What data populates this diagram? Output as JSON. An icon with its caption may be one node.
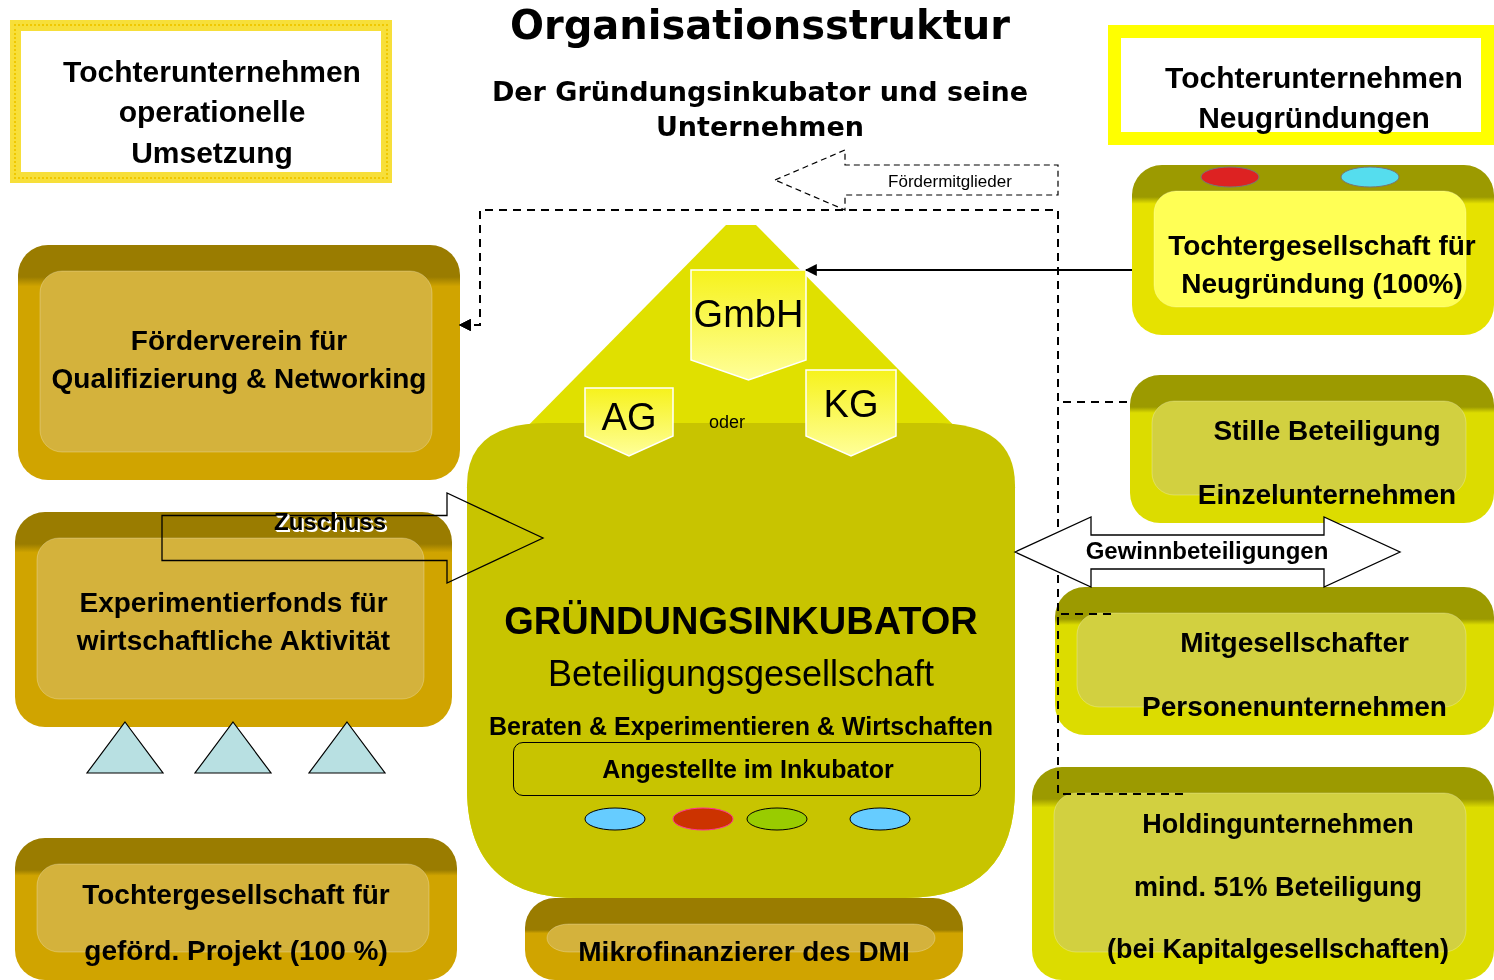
{
  "diagram": {
    "title": "Organisationsstruktur",
    "nodes": [
      {
        "text": [
          "Tochterunternehmen operationelle Umsetzung"
        ]
      },
      {
        "text": [
          "Tochterunternehmen Neugründungen"
        ]
      },
      {
        "text": [
          "Förderverein für Qualifizierung & Networking"
        ]
      },
      {
        "text": [
          "Experimentierfonds für wirtschaftliche Aktivität"
        ]
      },
      {
        "text": [
          "Tochtergesellschaft für geförd. Projekt (100 %)"
        ]
      },
      {
        "text": [
          "GRÜNDUNGSINKUBATOR",
          "Beteiligungsgesellschaft",
          "Beraten & Experimentieren & Wirtschaften"
        ]
      },
      {
        "text": [
          "GmbH"
        ],
        "in": 5
      },
      {
        "text": [
          "AG"
        ],
        "in": 5
      },
      {
        "text": [
          "KG"
        ],
        "in": 5
      },
      {
        "text": [
          "Angestellte im Inkubator"
        ],
        "in": 5
      },
      {
        "text": [
          "Mikrofinanzierer des DMI"
        ]
      },
      {
        "text": [
          "Tochtergesellschaft für Neugründung (100%)"
        ]
      },
      {
        "text": [
          "Stille Beteiligung",
          "Einzelunternehmen"
        ]
      },
      {
        "text": [
          "Mitgesellschafter",
          "Personenunternehmen"
        ]
      },
      {
        "text": [
          "Holdingunternehmen",
          "mind. 51% Beteiligung",
          "(bei Kapitalgesellschaften)"
        ]
      },
      {
        "text": [],
        "shape": "triangle"
      },
      {
        "text": [],
        "shape": "triangle"
      },
      {
        "text": [],
        "shape": "triangle"
      }
    ],
    "edges": [
      {
        "from": 12,
        "to": 2,
        "arrow": "to",
        "style": "dashed",
        "label": "Fördermitglieder"
      },
      {
        "from": 13,
        "to": 2,
        "arrow": "to",
        "style": "dashed"
      },
      {
        "from": 14,
        "to": 2,
        "arrow": "to",
        "style": "dashed"
      },
      {
        "from": 11,
        "to": 6,
        "arrow": "to"
      },
      {
        "from": 3,
        "to": 5,
        "arrow": "to",
        "label": "Zuschuss"
      },
      {
        "from": 5,
        "to": null,
        "arrow": "both",
        "label": "Gewinnbeteiligungen"
      }
    ],
    "labels": [
      "Der Gründungsinkubator und seine Unternehmen",
      "oder"
    ]
  }
}
